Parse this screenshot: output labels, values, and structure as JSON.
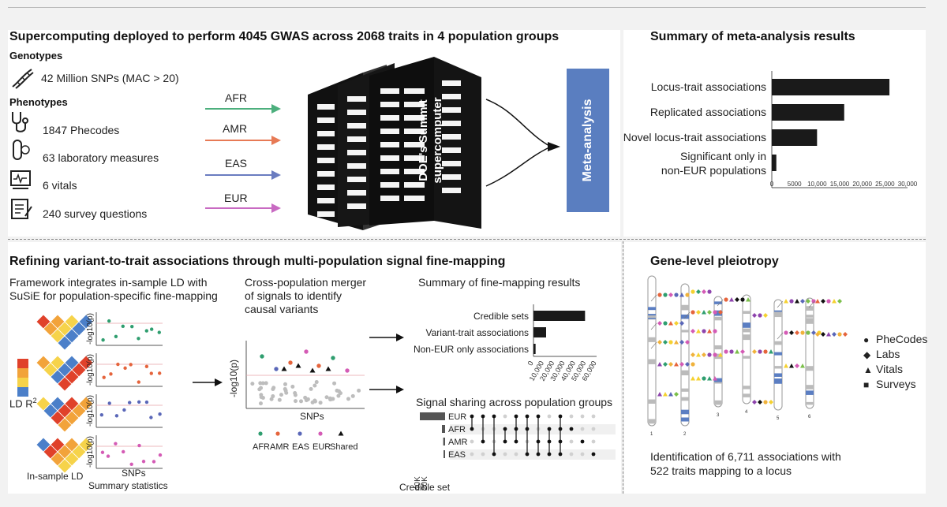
{
  "top": {
    "title": "Supercomputing deployed to perform 4045 GWAS across 2068 traits in 4 population groups",
    "genotypes_label": "Genotypes",
    "snps": "42 Million SNPs (MAC > 20)",
    "phenotypes_label": "Phenotypes",
    "phenotypes": [
      "1847 Phecodes",
      "63 laboratory measures",
      "6 vitals",
      "240 survey questions"
    ],
    "populations": [
      "AFR",
      "AMR",
      "EAS",
      "EUR"
    ],
    "supercomputer_label": "DOE's Summit supercomputer",
    "meta_label": "Meta-analysis"
  },
  "meta_summary": {
    "title": "Summary of meta-analysis results",
    "chart_data": {
      "type": "bar",
      "orientation": "horizontal",
      "categories": [
        "Locus-trait associations",
        "Replicated associations",
        "Novel locus-trait associations",
        "Significant only in non-EUR populations"
      ],
      "values": [
        26000,
        16000,
        10000,
        1000
      ],
      "xticks": [
        "0",
        "5000",
        "10,000",
        "15,000",
        "20,000",
        "25,000",
        "30,000"
      ],
      "xlim": [
        0,
        30000
      ],
      "bar_color": "#1a1a1a"
    }
  },
  "finemap": {
    "title": "Refining variant-to-trait associations through multi-population signal fine-mapping",
    "framework_text": [
      "Framework integrates in-sample LD with",
      "SuSiE for population-specific fine-mapping"
    ],
    "ld_label": "LD R",
    "ld_sup": "2",
    "ylabel": "-log10(p)",
    "in_sample_ld": "In-sample LD",
    "snps_label": "SNPs",
    "summary_stats": "Summary statistics",
    "merger_text": [
      "Cross-population merger",
      "of signals to identify",
      "causal variants"
    ],
    "merger_ylabel": "-log10(p)",
    "merger_xlabel": "SNPs",
    "legend": [
      "AFR",
      "AMR",
      "EAS",
      "EUR",
      "Shared"
    ],
    "pop_colors": [
      "#2f9e6f",
      "#e5643c",
      "#5a67b8",
      "#d45bb5"
    ],
    "fm_summary_title": "Summary of fine-mapping results",
    "fm_chart": {
      "type": "bar",
      "orientation": "horizontal",
      "categories": [
        "Credible sets",
        "Variant-trait associations",
        "Non-EUR only associations"
      ],
      "values": [
        49000,
        12000,
        2000
      ],
      "xticks": [
        "0",
        "10,000",
        "20,000",
        "30,000",
        "40,000",
        "50,000",
        "60,000"
      ],
      "xlim": [
        0,
        60000
      ]
    },
    "sharing_title": "Signal sharing across population groups",
    "sharing_rows": [
      "EUR",
      "AFR",
      "AMR",
      "EAS"
    ],
    "sharing_sizes": [
      40000,
      5000,
      3000,
      1500
    ],
    "sharing_xticks": [
      "40K",
      "20K"
    ],
    "credible_set_label": "Credible set"
  },
  "pleiotropy": {
    "title": "Gene-level pleiotropy",
    "legend": [
      "PheCodes",
      "Labs",
      "Vitals",
      "Surveys"
    ],
    "caption": [
      "Identification of 6,711 associations with",
      "522 traits mapping to a locus"
    ],
    "chromosome_numbers": [
      "1",
      "2",
      "3",
      "4",
      "5",
      "6"
    ]
  }
}
